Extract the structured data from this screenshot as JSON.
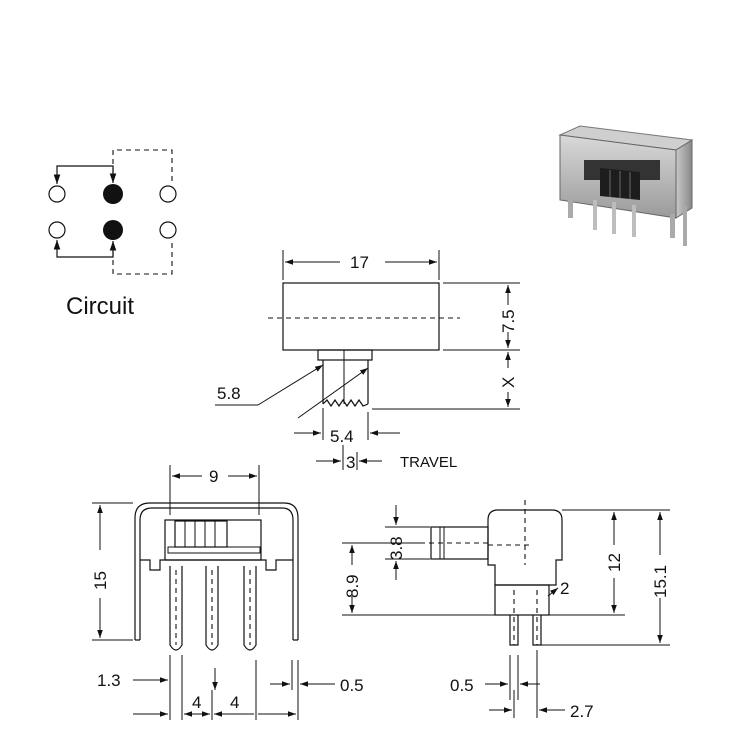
{
  "circuit": {
    "title": "Circuit"
  },
  "top_view": {
    "width": "17",
    "height": "7.5",
    "x_label": "X",
    "knob_side": "5.8",
    "knob_width": "5.4",
    "travel_value": "3",
    "travel_label": "TRAVEL"
  },
  "front_view": {
    "width": "9",
    "height": "15",
    "pin_width": "1.3",
    "pin_pitch_1": "4",
    "pin_pitch_2": "4",
    "pin_thickness": "0.5"
  },
  "side_view": {
    "knob_height": "3.8",
    "body_height": "8.9",
    "pin_offset": "2",
    "height_12": "12",
    "height_15_1": "15.1",
    "pin_thickness": "0.5",
    "pin_spacing": "2.7"
  }
}
